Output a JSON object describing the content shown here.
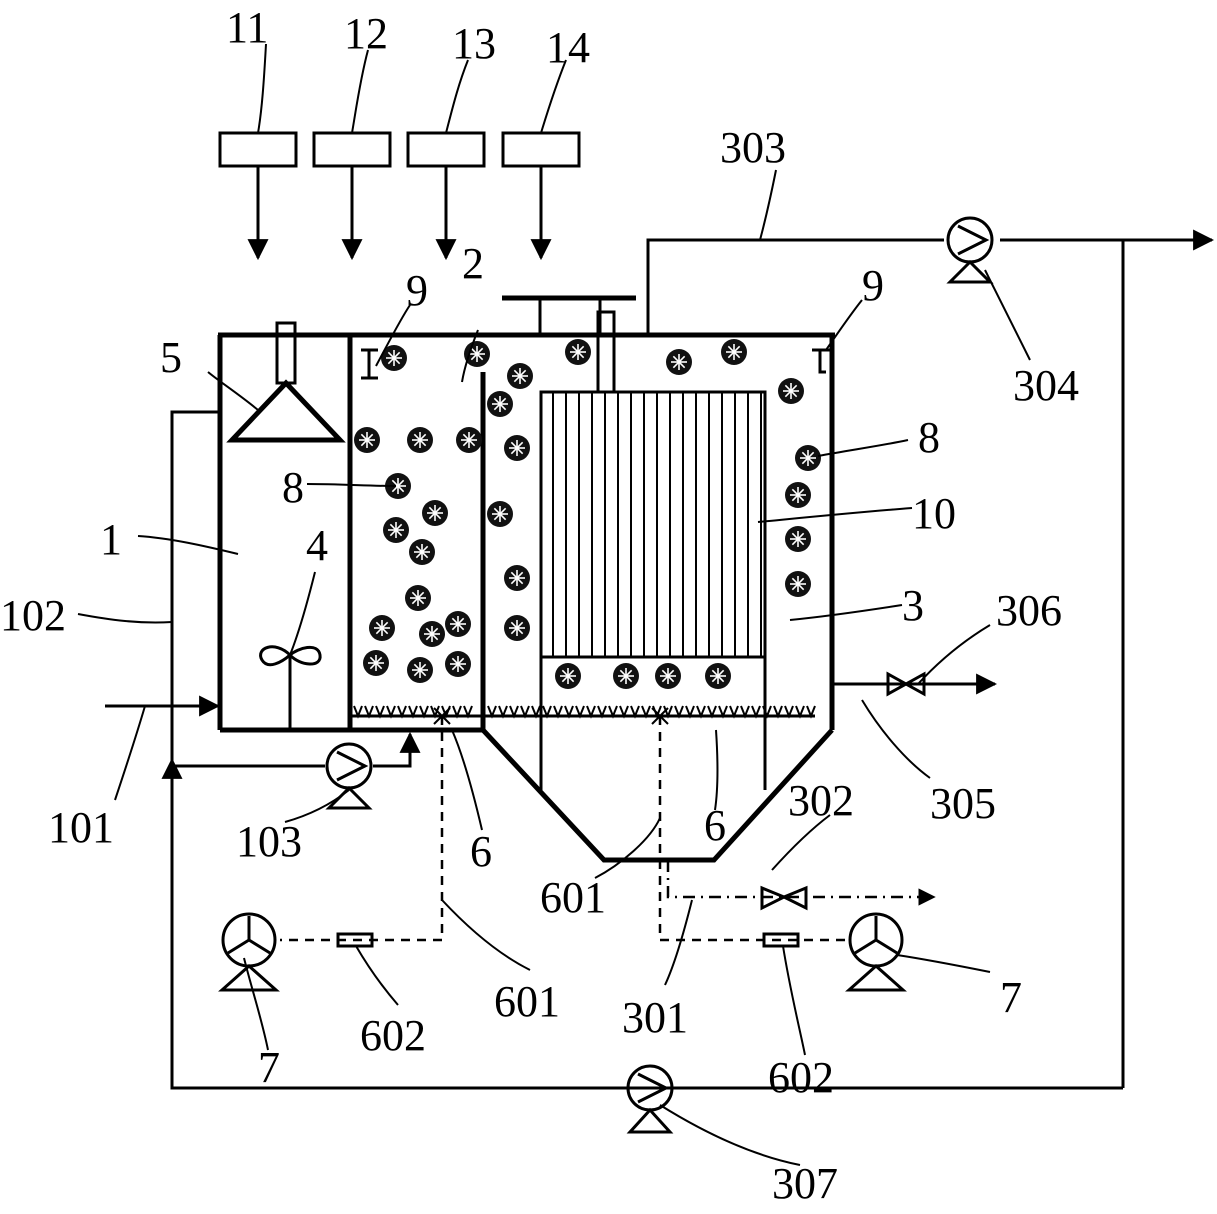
{
  "labels": {
    "l11": "11",
    "l12": "12",
    "l13": "13",
    "l14": "14",
    "l303": "303",
    "l2": "2",
    "l9a": "9",
    "l9b": "9",
    "l5": "5",
    "l304": "304",
    "l8a": "8",
    "l8b": "8",
    "l10": "10",
    "l1": "1",
    "l4": "4",
    "l3": "3",
    "l102": "102",
    "l306": "306",
    "l101": "101",
    "l305": "305",
    "l302": "302",
    "l103": "103",
    "l6a": "6",
    "l6b": "6",
    "l601a": "601",
    "l601b": "601",
    "l7a": "7",
    "l7b": "7",
    "l602a": "602",
    "l602b": "602",
    "l301": "301",
    "l307": "307"
  }
}
